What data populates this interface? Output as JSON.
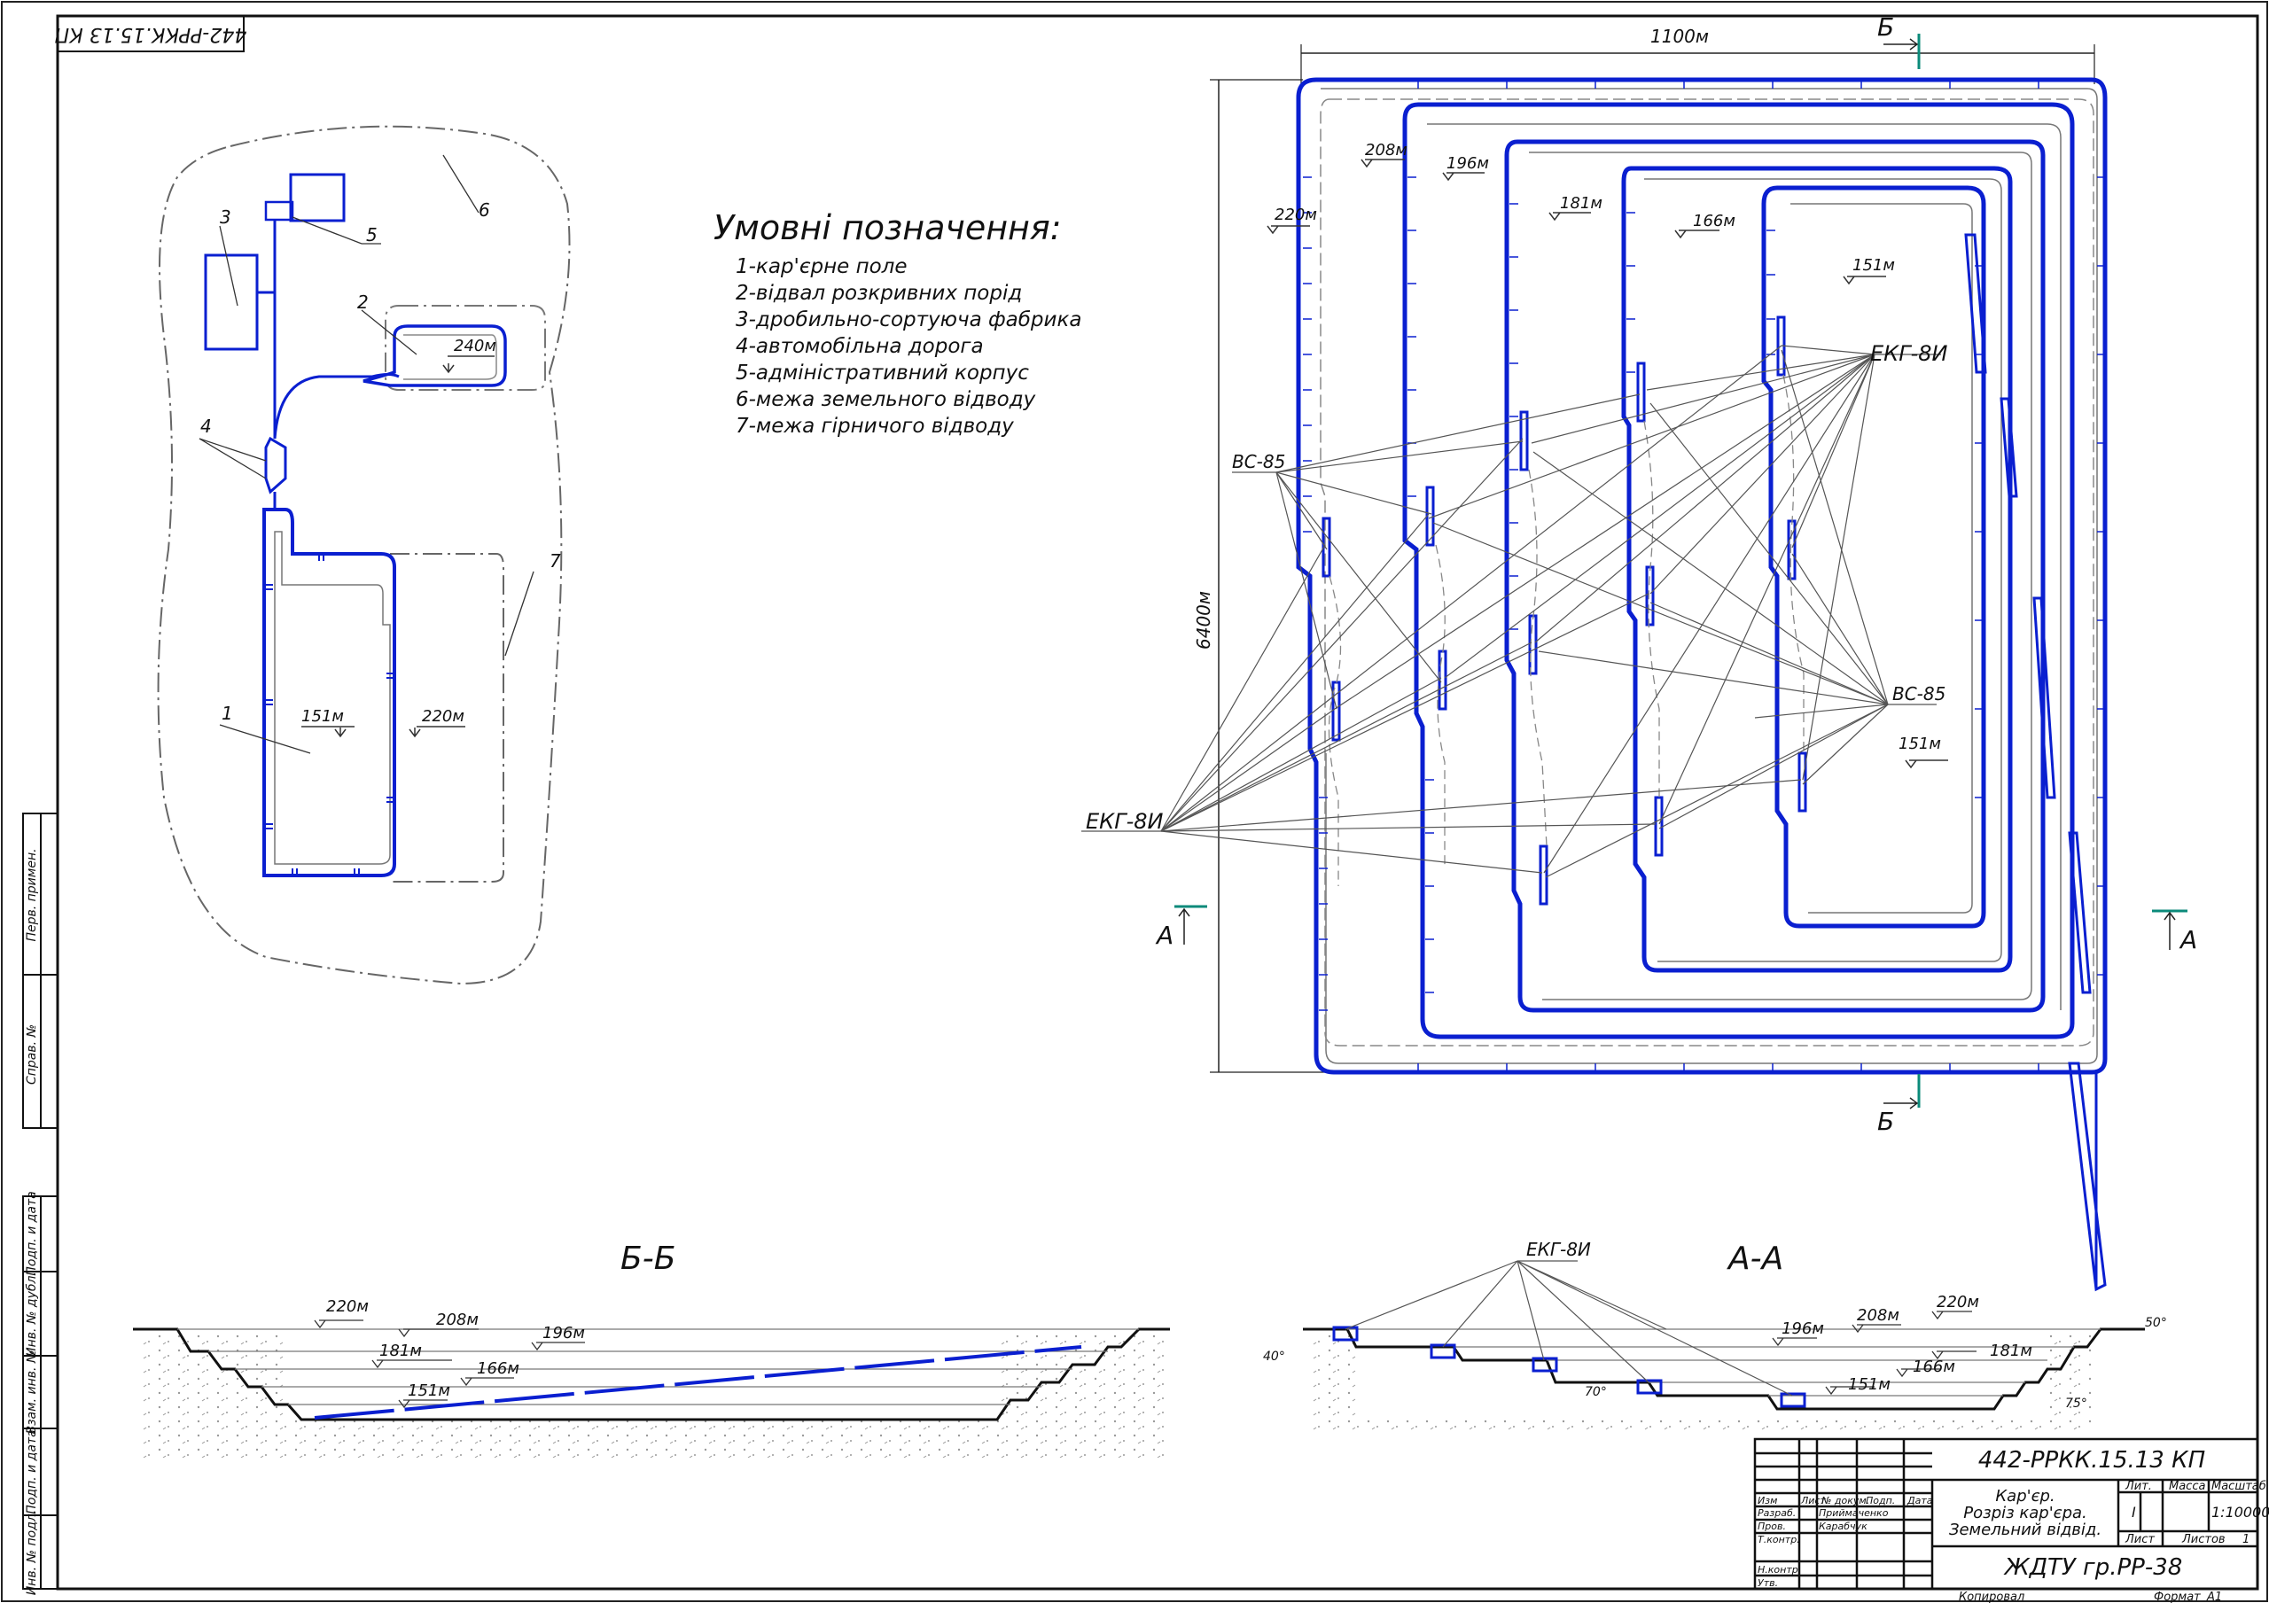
{
  "drawing_code": "442-РРКК.15.13 КП",
  "legend": {
    "title": "Умовні позначення:",
    "items": [
      "1-кар'єрне поле",
      "2-відвал розкривних порід",
      "3-дробильно-сортуюча фабрика",
      "4-автомобільна дорога",
      "5-адміністративний корпус",
      "6-межа земельного відводу",
      "7-межа гірничого відводу"
    ]
  },
  "site_plan": {
    "callouts": [
      "1",
      "2",
      "3",
      "4",
      "5",
      "6",
      "7"
    ],
    "dump_level": "240м",
    "pit_floor": "151м",
    "pit_top": "220м"
  },
  "pit_plan": {
    "width_dim": "1100м",
    "length_dim": "6400м",
    "levels": [
      "208м",
      "196м",
      "220м",
      "181м",
      "166м",
      "151м",
      "151м"
    ],
    "excavator": "ЕКГ-8И",
    "drill": "ВС-85",
    "section_bb": "Б",
    "section_aa": "А"
  },
  "section_bb": {
    "title": "Б-Б",
    "levels": [
      "220м",
      "208м",
      "196м",
      "181м",
      "166м",
      "151м"
    ]
  },
  "section_aa": {
    "title": "А-А",
    "excavator": "ЕКГ-8И",
    "levels": [
      "220м",
      "208м",
      "196м",
      "181м",
      "166м",
      "151м"
    ],
    "angles": [
      "40°",
      "50°",
      "70°",
      "75°"
    ]
  },
  "side_stamp": [
    "Перв. примен.",
    "Справ. №",
    "Подп. и дата",
    "Инв. № дубл.",
    "Взам. инв. №",
    "Подп. и дата",
    "Инв. № подл."
  ],
  "title_block": {
    "code": "442-РРКК.15.13 КП",
    "description": [
      "Кар'єр.",
      "Розріз кар'єра.",
      "Земельний відвід."
    ],
    "col_headers": [
      "Изм",
      "Лист",
      "№ докум.",
      "Подп.",
      "Дата"
    ],
    "roles": [
      "Разраб.",
      "Пров.",
      "Т.контр.",
      "Н.контр.",
      "Утв."
    ],
    "names": [
      "Приймаченко",
      "Карабчук"
    ],
    "lit": "Лит.",
    "mass": "Масса",
    "scale_label": "Масштаб",
    "scale": "1:10000",
    "sheet_label": "Лист",
    "sheets_label": "Листов",
    "sheets": "1",
    "lit_value": "І",
    "org": "ЖДТУ гр.РР-38",
    "copied": "Копировал",
    "format_label": "Формат",
    "format": "А1"
  },
  "colors": {
    "line": "#1a1a1a",
    "blue": "#0a1fd0",
    "thin": "#555555",
    "accent": "#0b8a7a"
  }
}
